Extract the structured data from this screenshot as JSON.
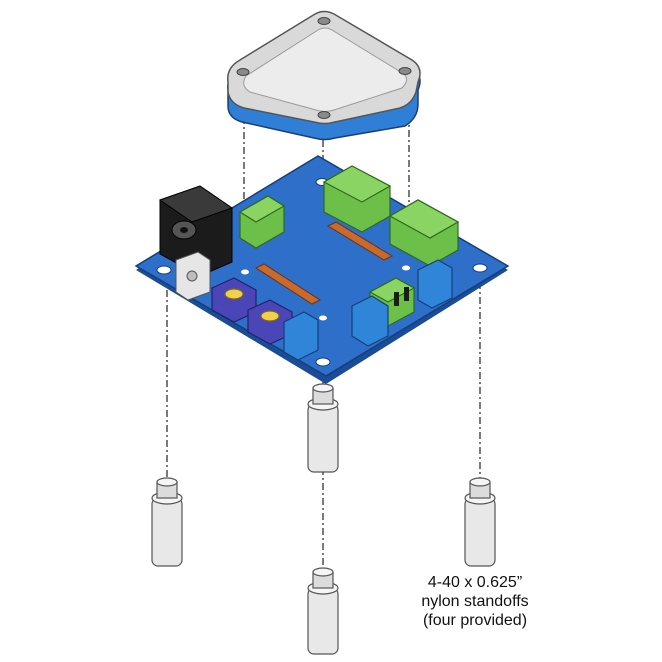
{
  "caption": {
    "line1": "4-40 x 0.625”",
    "line2": "nylon standoffs",
    "line3": "(four provided)"
  },
  "colors": {
    "board": "#2d6fc9",
    "board_edge": "#1a4d96",
    "cover_top": "#d9d9d9",
    "cover_base": "#2f7fd6",
    "terminal": "#6cc04a",
    "jack": "#1b1b1b",
    "pot": "#4a46b8",
    "relay": "#2f86d8",
    "header": "#c8692e",
    "standoff": "#e8e8e8"
  },
  "components": {
    "cover": "enclosure-lid",
    "board": "circuit-board",
    "jack": "dc-power-jack",
    "terminals": "screw-terminal-blocks",
    "pots": "trim-potentiometers",
    "relays": "blue-relays",
    "headers": "pin-headers",
    "standoffs": "nylon-standoffs"
  }
}
